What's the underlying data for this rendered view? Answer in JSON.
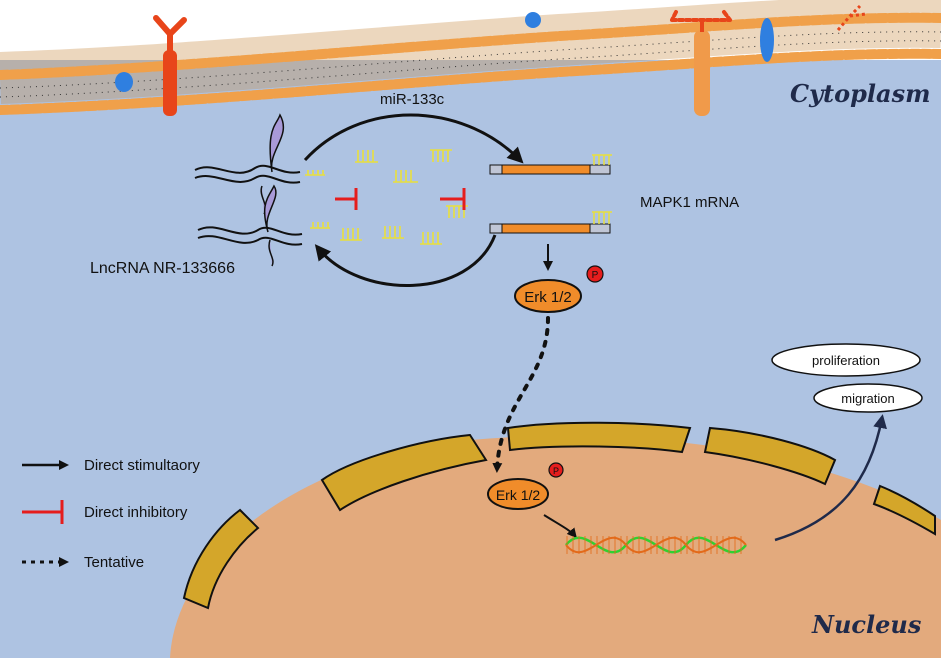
{
  "labels": {
    "mirna": "miR-133c",
    "mrna": "MAPK1 mRNA",
    "lncrna": "LncRNA NR-133666",
    "cytoplasm": "Cytoplasm",
    "nucleus": "Nucleus",
    "erk_cyto": "Erk 1/2",
    "erk_nuc": "Erk 1/2",
    "phospho_cyto": "P",
    "phospho_nuc": "P",
    "proliferation": "proliferation",
    "migration": "migration"
  },
  "legend": {
    "stimulatory": "Direct stimultaory",
    "inhibitory": "Direct inhibitory",
    "tentative": "Tentative"
  },
  "colors": {
    "background": "#aec3e2",
    "membrane_head": "#f0a04a",
    "nucleus_fill": "#e3aa7d",
    "pore_fill": "#d4a62a",
    "mrna_orange": "#f08c2a",
    "mirna_yellow": "#e9df3c",
    "inhibit_red": "#e51d1d",
    "receptor_red": "#e8451a",
    "protein_blue": "#2f7fe0",
    "dna_green": "#2fd12f",
    "lnc_purple": "#a99ad8"
  }
}
